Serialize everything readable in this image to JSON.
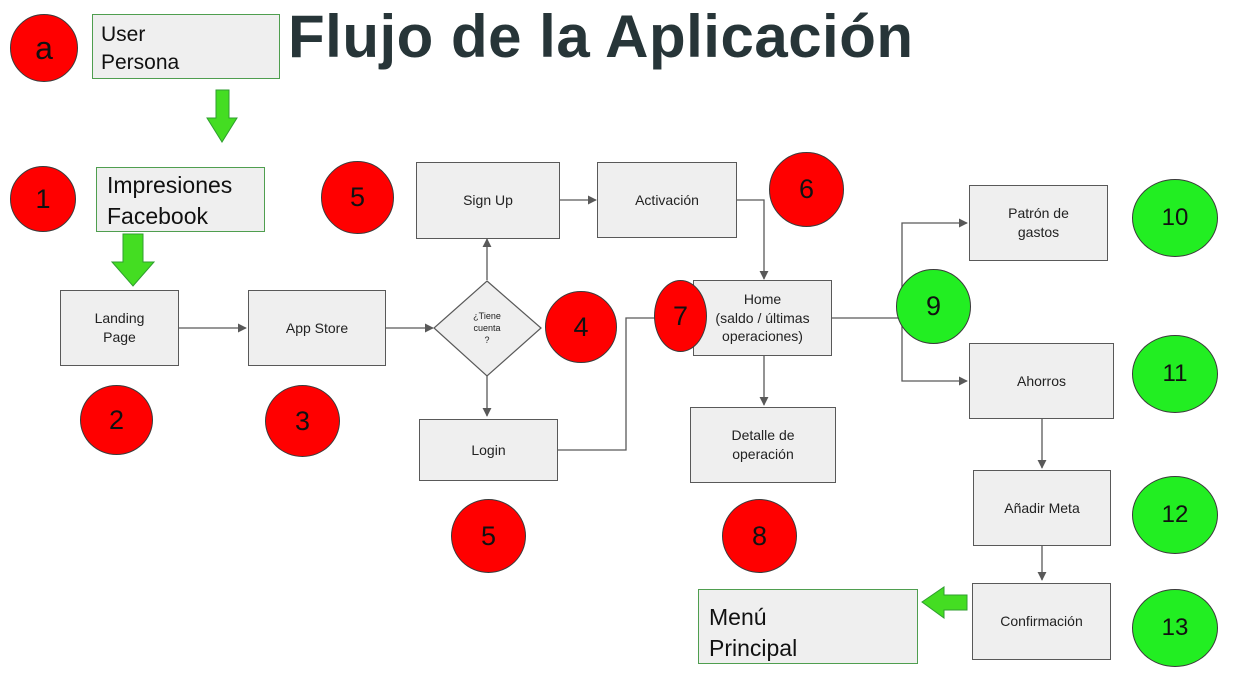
{
  "title": "Flujo de la Aplicación",
  "notes": {
    "user_persona": "User\nPersona",
    "impresiones": "Impresiones\nFacebook",
    "menu": "Menú\nPrincipal"
  },
  "nodes": {
    "landing": "Landing\nPage",
    "app_store": "App Store",
    "tiene_cuenta": "¿Tiene\ncuenta\n?",
    "sign_up": "Sign Up",
    "activacion": "Activación",
    "login": "Login",
    "home": "Home\n(saldo / últimas\noperaciones)",
    "detalle": "Detalle de\noperación",
    "patron": "Patrón de\ngastos",
    "ahorros": "Ahorros",
    "anadir_meta": "Añadir Meta",
    "confirmacion": "Confirmación"
  },
  "markers": {
    "a": "a",
    "m1": "1",
    "m2": "2",
    "m3": "3",
    "m4": "4",
    "m5a": "5",
    "m5b": "5",
    "m6": "6",
    "m7": "7",
    "m8": "8",
    "m9": "9",
    "m10": "10",
    "m11": "11",
    "m12": "12",
    "m13": "13"
  },
  "colors": {
    "red": "#ff0000",
    "green": "#22ee22",
    "arrow_green": "#44dd22",
    "title": "#273538"
  }
}
